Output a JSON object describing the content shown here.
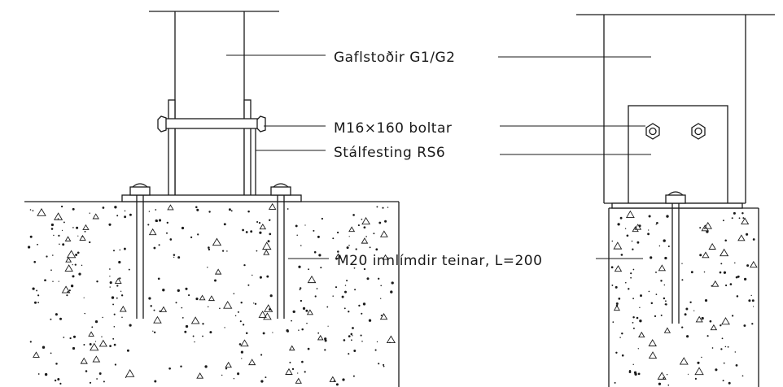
{
  "labels": {
    "column": "Gaflstoðir G1/G2",
    "bolts": "M16×160 boltar",
    "bracket": "Stálfesting RS6",
    "anchors": "M20 innlímdir teinar, L=200"
  },
  "colors": {
    "line": "#1a1a1a",
    "background": "#ffffff"
  }
}
